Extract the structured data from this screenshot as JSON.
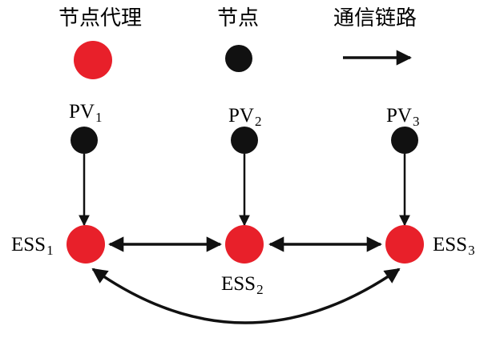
{
  "legend": {
    "agent_label": "节点代理",
    "node_label": "节点",
    "link_label": "通信链路"
  },
  "colors": {
    "agent": "#e8202a",
    "node": "#111111",
    "link": "#111111"
  },
  "nodes": [
    {
      "id": "pv1",
      "kind": "node",
      "label": "PV",
      "sub": "1"
    },
    {
      "id": "pv2",
      "kind": "node",
      "label": "PV",
      "sub": "2"
    },
    {
      "id": "pv3",
      "kind": "node",
      "label": "PV",
      "sub": "3"
    },
    {
      "id": "ess1",
      "kind": "agent",
      "label": "ESS",
      "sub": "1"
    },
    {
      "id": "ess2",
      "kind": "agent",
      "label": "ESS",
      "sub": "2"
    },
    {
      "id": "ess3",
      "kind": "agent",
      "label": "ESS",
      "sub": "3"
    }
  ],
  "links": [
    {
      "from": "pv1",
      "to": "ess1",
      "direction": "one-way"
    },
    {
      "from": "pv2",
      "to": "ess2",
      "direction": "one-way"
    },
    {
      "from": "pv3",
      "to": "ess3",
      "direction": "one-way"
    },
    {
      "from": "ess1",
      "to": "ess2",
      "direction": "two-way"
    },
    {
      "from": "ess2",
      "to": "ess3",
      "direction": "two-way"
    },
    {
      "from": "ess1",
      "to": "ess3",
      "direction": "two-way",
      "shape": "curved"
    }
  ]
}
